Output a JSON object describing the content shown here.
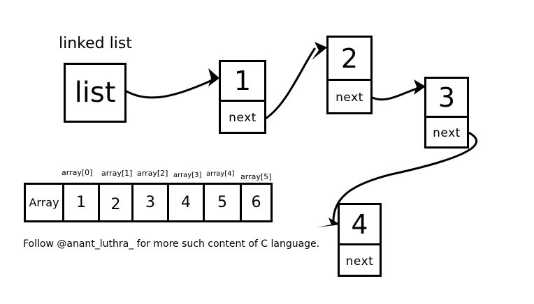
{
  "diagram": {
    "title": "linked list",
    "head_label": "list",
    "nodes": [
      {
        "value": "1",
        "next_label": "next"
      },
      {
        "value": "2",
        "next_label": "next"
      },
      {
        "value": "3",
        "next_label": "next"
      },
      {
        "value": "4",
        "next_label": "next"
      }
    ],
    "array": {
      "label": "Array",
      "values": [
        "1",
        "2",
        "3",
        "4",
        "5",
        "6"
      ],
      "indices": [
        "array[0]",
        "array[1]",
        "array[2]",
        "array[3]",
        "array[4]",
        "array[5]"
      ]
    },
    "footer_text": "Follow @anant_luthra_ for more such content of C language."
  }
}
